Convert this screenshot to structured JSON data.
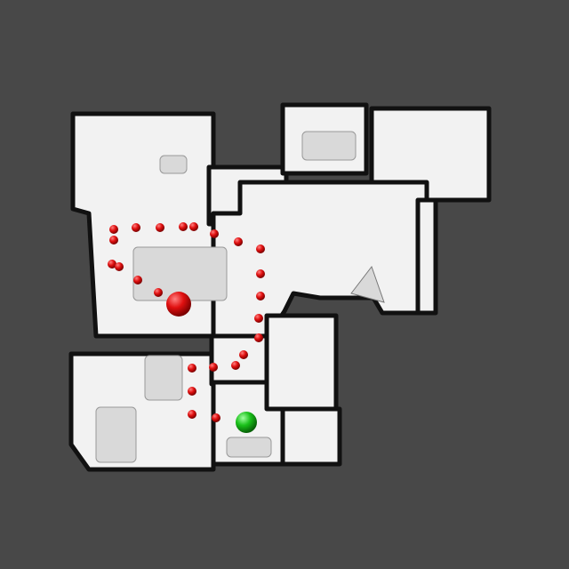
{
  "colors": {
    "background": "#484848",
    "floor": "#f2f2f2",
    "wall": "#111111",
    "furniture": "#d9d9d9",
    "path_marker": "#e01010",
    "goal_marker": "#cc0a0a",
    "start_marker": "#19c019"
  },
  "legend": {
    "path_marker_icon": "red-sphere",
    "goal_marker_icon": "large-red-sphere",
    "start_marker_icon": "green-sphere"
  }
}
